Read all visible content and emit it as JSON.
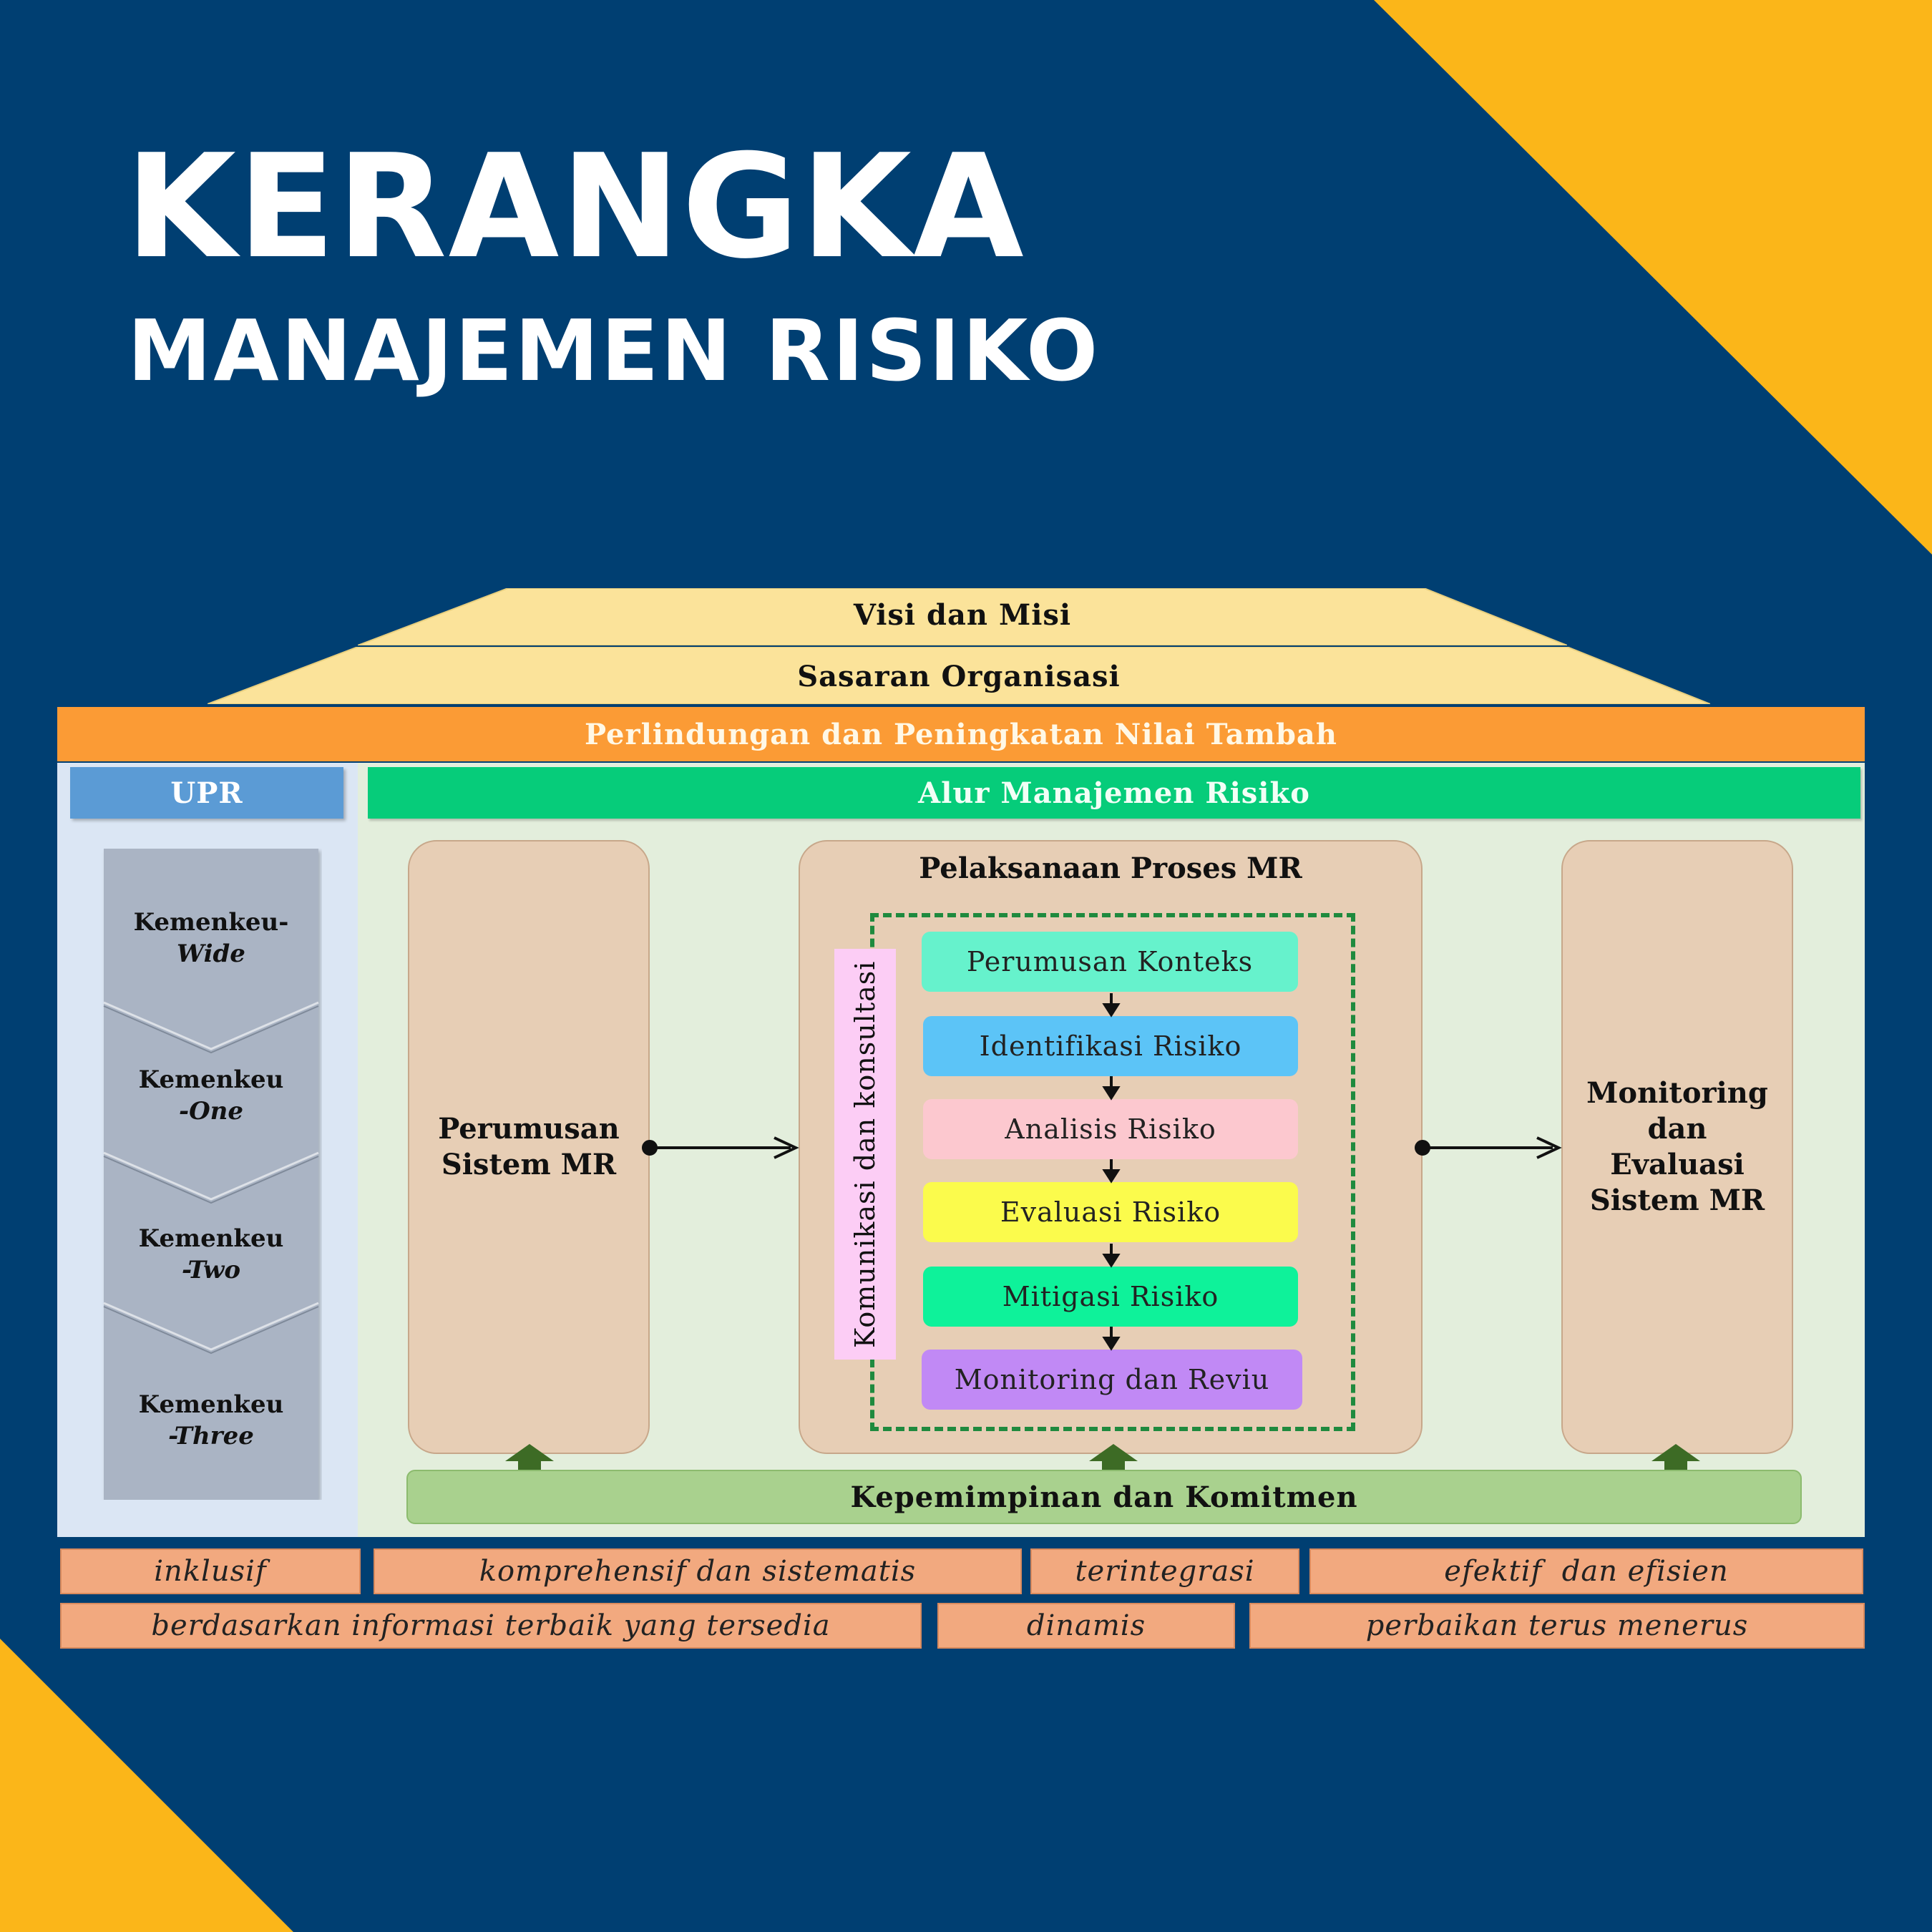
{
  "header": {
    "title": "KERANGKA",
    "subtitle": "MANAJEMEN RISIKO"
  },
  "colors": {
    "background": "#003f72",
    "accent_yellow": "#fbb619",
    "roof": "#fbe39a",
    "orange_bar": "#fb9b35",
    "green_bar": "#06cc7a",
    "upr_header": "#5b9bd5",
    "leadership_bar": "#a9d18e",
    "brown_box": "#e7ceb5",
    "principle_box": "#f2a97f"
  },
  "diagram": {
    "roof_top": "Visi dan Misi",
    "roof_bottom": "Sasaran Organisasi",
    "value_bar": "Perlindungan dan Peningkatan Nilai Tambah",
    "upr": {
      "header": "UPR",
      "levels": [
        {
          "line1": "Kemenkeu-",
          "line2": "Wide"
        },
        {
          "line1": "Kemenkeu",
          "line2": "-One"
        },
        {
          "line1": "Kemenkeu",
          "line2": "-Two"
        },
        {
          "line1": "Kemenkeu",
          "line2": "-Three"
        }
      ]
    },
    "flow_header": "Alur Manajemen Risiko",
    "left_box": {
      "line1": "Perumusan",
      "line2": "Sistem MR"
    },
    "center_box": {
      "title": "Pelaksanaan Proses MR",
      "side_label": "Komunikasi dan konsultasi",
      "steps": [
        {
          "label": "Perumusan Konteks",
          "color": "#66f2cc"
        },
        {
          "label": "Identifikasi Risiko",
          "color": "#5cc4f7"
        },
        {
          "label": "Analisis Risiko",
          "color": "#fcc8cf"
        },
        {
          "label": "Evaluasi Risiko",
          "color": "#fbfb4c"
        },
        {
          "label": "Mitigasi Risiko",
          "color": "#0ef29a"
        },
        {
          "label": "Monitoring dan Reviu",
          "color": "#c189f5"
        }
      ]
    },
    "right_box": {
      "line1": "Monitoring",
      "line2": "dan",
      "line3": "Evaluasi",
      "line4": "Sistem MR"
    },
    "leadership": "Kepemimpinan dan Komitmen",
    "principles_row1": [
      "inklusif",
      "komprehensif dan sistematis",
      "terintegrasi",
      "efektif  dan efisien"
    ],
    "principles_row2": [
      "berdasarkan informasi terbaik yang tersedia",
      "dinamis",
      "perbaikan terus menerus"
    ]
  }
}
